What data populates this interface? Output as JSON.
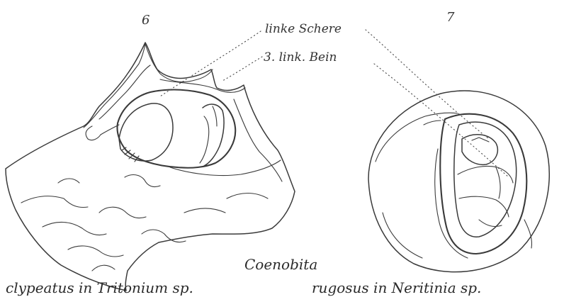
{
  "figure_numbers": {
    "fig6": "6",
    "fig7": "7"
  },
  "annotations": {
    "left_claw": "linke Schere",
    "third_left_leg": "3. link. Bein"
  },
  "caption": {
    "genus": "Coenobita",
    "species_left": "clypeatus in Tritonium sp.",
    "species_right": "rugosus in Neritinia sp."
  }
}
